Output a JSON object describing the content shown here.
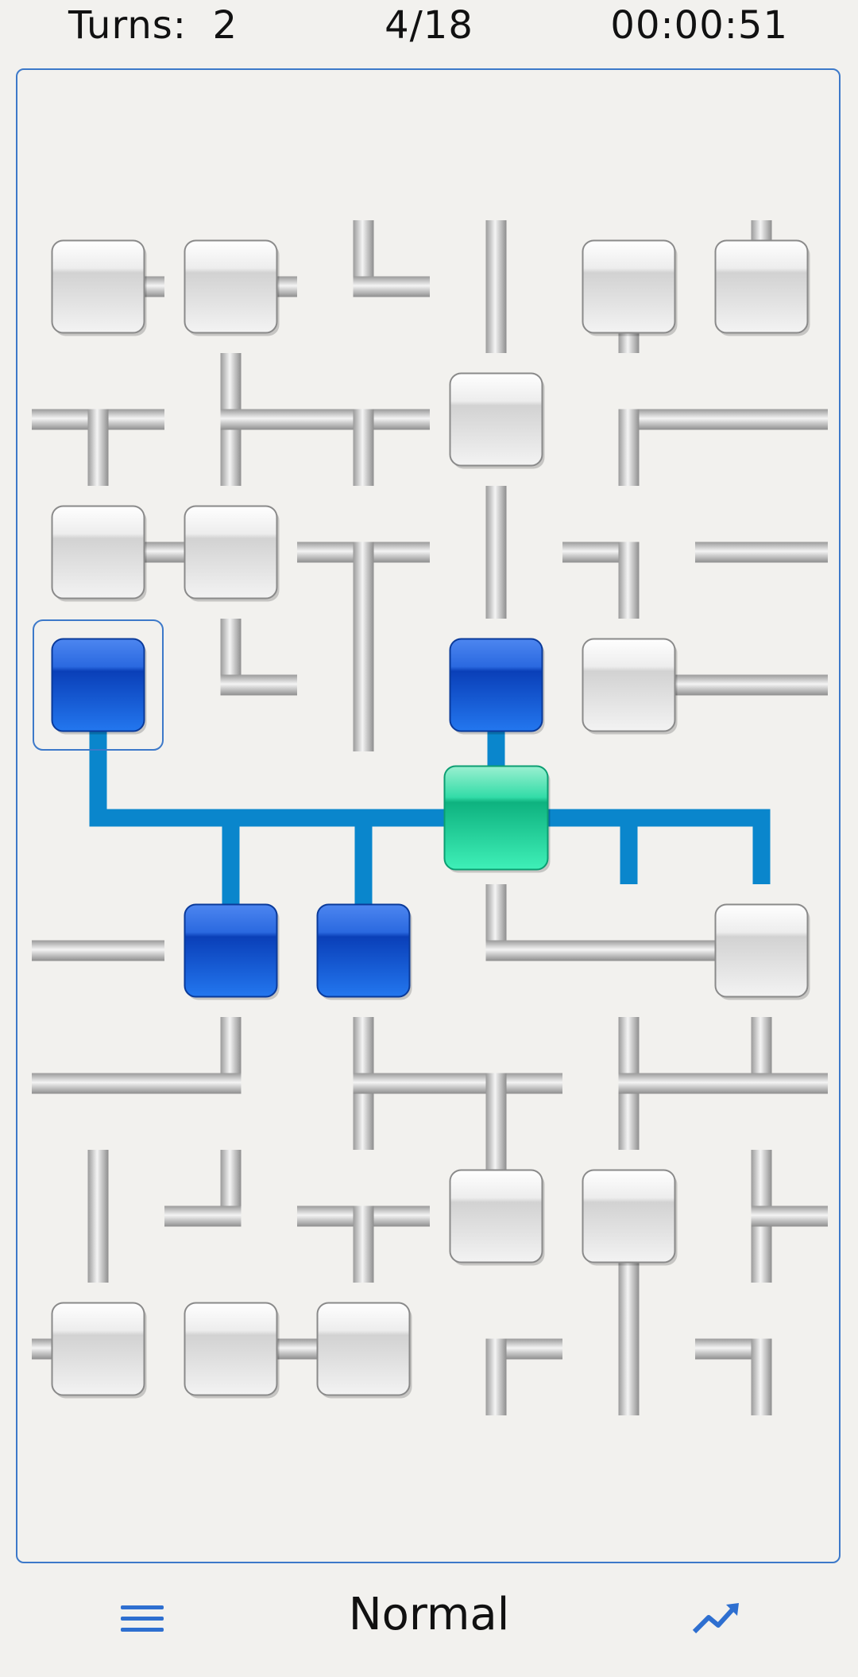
{
  "hud": {
    "turns_label": "Turns:",
    "turns_value": "2",
    "connected": "4/18",
    "timer": "00:00:51"
  },
  "footer": {
    "difficulty": "Normal",
    "menu_icon": "hamburger-menu-icon",
    "stats_icon": "trending-up-icon"
  },
  "colors": {
    "accent": "#3d79c9",
    "pipe_off": "#c8c8c8",
    "pipe_on": "#0a86cc",
    "node_off": "#d9d9d9",
    "node_on": "#1157d6",
    "server": "#19d39c"
  },
  "grid": {
    "rows": 9,
    "cols": 6,
    "selected": [
      3,
      0
    ],
    "cells": [
      [
        {
          "t": "node",
          "c": "E"
        },
        {
          "t": "node",
          "c": "E"
        },
        {
          "t": "pipe",
          "c": "NE"
        },
        {
          "t": "pipe",
          "c": "NS"
        },
        {
          "t": "node",
          "c": "S"
        },
        {
          "t": "node",
          "c": "N"
        }
      ],
      [
        {
          "t": "pipe",
          "c": "EWS"
        },
        {
          "t": "pipe",
          "c": "NSE"
        },
        {
          "t": "pipe",
          "c": "EWS"
        },
        {
          "t": "node",
          "c": ""
        },
        {
          "t": "pipe",
          "c": "ES"
        },
        {
          "t": "pipe",
          "c": "EW"
        }
      ],
      [
        {
          "t": "node",
          "c": "E"
        },
        {
          "t": "node",
          "c": "W"
        },
        {
          "t": "pipe",
          "c": "EWS"
        },
        {
          "t": "pipe",
          "c": "NS"
        },
        {
          "t": "pipe",
          "c": "WS"
        },
        {
          "t": "pipe",
          "c": "EW"
        }
      ],
      [
        {
          "t": "node",
          "c": "S",
          "on": true
        },
        {
          "t": "pipe",
          "c": "NE"
        },
        {
          "t": "pipe",
          "c": "NS"
        },
        {
          "t": "node",
          "c": "S",
          "on": true
        },
        {
          "t": "node",
          "c": "E"
        },
        {
          "t": "pipe",
          "c": "EW"
        }
      ],
      [
        {
          "t": "pipe",
          "c": "NE",
          "on": true
        },
        {
          "t": "pipe",
          "c": "EWS",
          "on": true
        },
        {
          "t": "pipe",
          "c": "EWS",
          "on": true
        },
        {
          "t": "server",
          "c": "NEW",
          "on": true
        },
        {
          "t": "pipe",
          "c": "EWS",
          "on": true
        },
        {
          "t": "pipe",
          "c": "WS",
          "on": true
        }
      ],
      [
        {
          "t": "pipe",
          "c": "EW"
        },
        {
          "t": "node",
          "c": "N",
          "on": true
        },
        {
          "t": "node",
          "c": "N",
          "on": true
        },
        {
          "t": "pipe",
          "c": "NE"
        },
        {
          "t": "pipe",
          "c": "EW"
        },
        {
          "t": "node",
          "c": "W"
        }
      ],
      [
        {
          "t": "pipe",
          "c": "EW"
        },
        {
          "t": "pipe",
          "c": "NW"
        },
        {
          "t": "pipe",
          "c": "NSE"
        },
        {
          "t": "pipe",
          "c": "EWS"
        },
        {
          "t": "pipe",
          "c": "NSE"
        },
        {
          "t": "pipe",
          "c": "NEW"
        }
      ],
      [
        {
          "t": "pipe",
          "c": "NS"
        },
        {
          "t": "pipe",
          "c": "NW"
        },
        {
          "t": "pipe",
          "c": "EWS"
        },
        {
          "t": "node",
          "c": "N"
        },
        {
          "t": "node",
          "c": "S"
        },
        {
          "t": "pipe",
          "c": "NSE"
        }
      ],
      [
        {
          "t": "node",
          "c": "W"
        },
        {
          "t": "node",
          "c": "E"
        },
        {
          "t": "node",
          "c": "W"
        },
        {
          "t": "pipe",
          "c": "ES"
        },
        {
          "t": "pipe",
          "c": "NS"
        },
        {
          "t": "pipe",
          "c": "WS"
        }
      ]
    ]
  }
}
